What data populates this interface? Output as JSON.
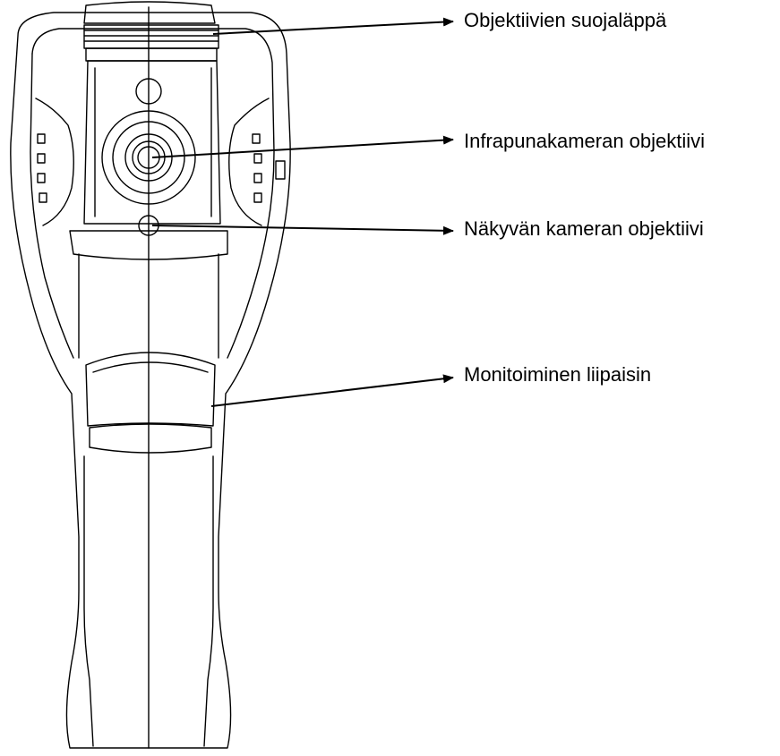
{
  "callouts": [
    {
      "label": "Objektiivien suojaläppä"
    },
    {
      "label": "Infrapunakameran objektiivi"
    },
    {
      "label": "Näkyvän kameran objektiivi"
    },
    {
      "label": "Monitoiminen liipaisin"
    }
  ],
  "colors": {
    "stroke": "#000000",
    "background": "#ffffff"
  }
}
